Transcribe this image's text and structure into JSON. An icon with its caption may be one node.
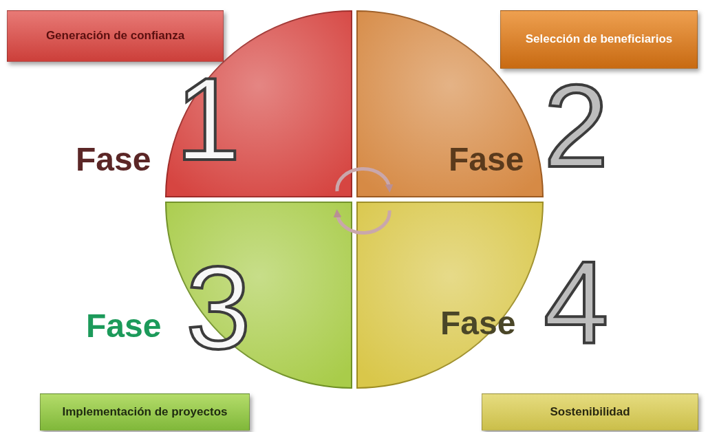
{
  "diagram": {
    "nodes": [
      {
        "text": [
          "Generación de confianza"
        ]
      },
      {
        "text": [
          "Selección de beneficiarios"
        ]
      },
      {
        "text": [
          "Fase",
          "1"
        ]
      },
      {
        "text": [
          "Fase",
          "2"
        ]
      },
      {
        "text": [
          "Fase",
          "3"
        ]
      },
      {
        "text": [
          "Fase",
          "4"
        ]
      },
      {
        "text": [
          "Implementación de proyectos"
        ]
      },
      {
        "text": [
          "Sostenibilidad"
        ]
      }
    ],
    "edges": [
      {
        "from": 2,
        "to": 3,
        "arrow": "to"
      },
      {
        "from": 5,
        "to": 4,
        "arrow": "to"
      }
    ]
  }
}
